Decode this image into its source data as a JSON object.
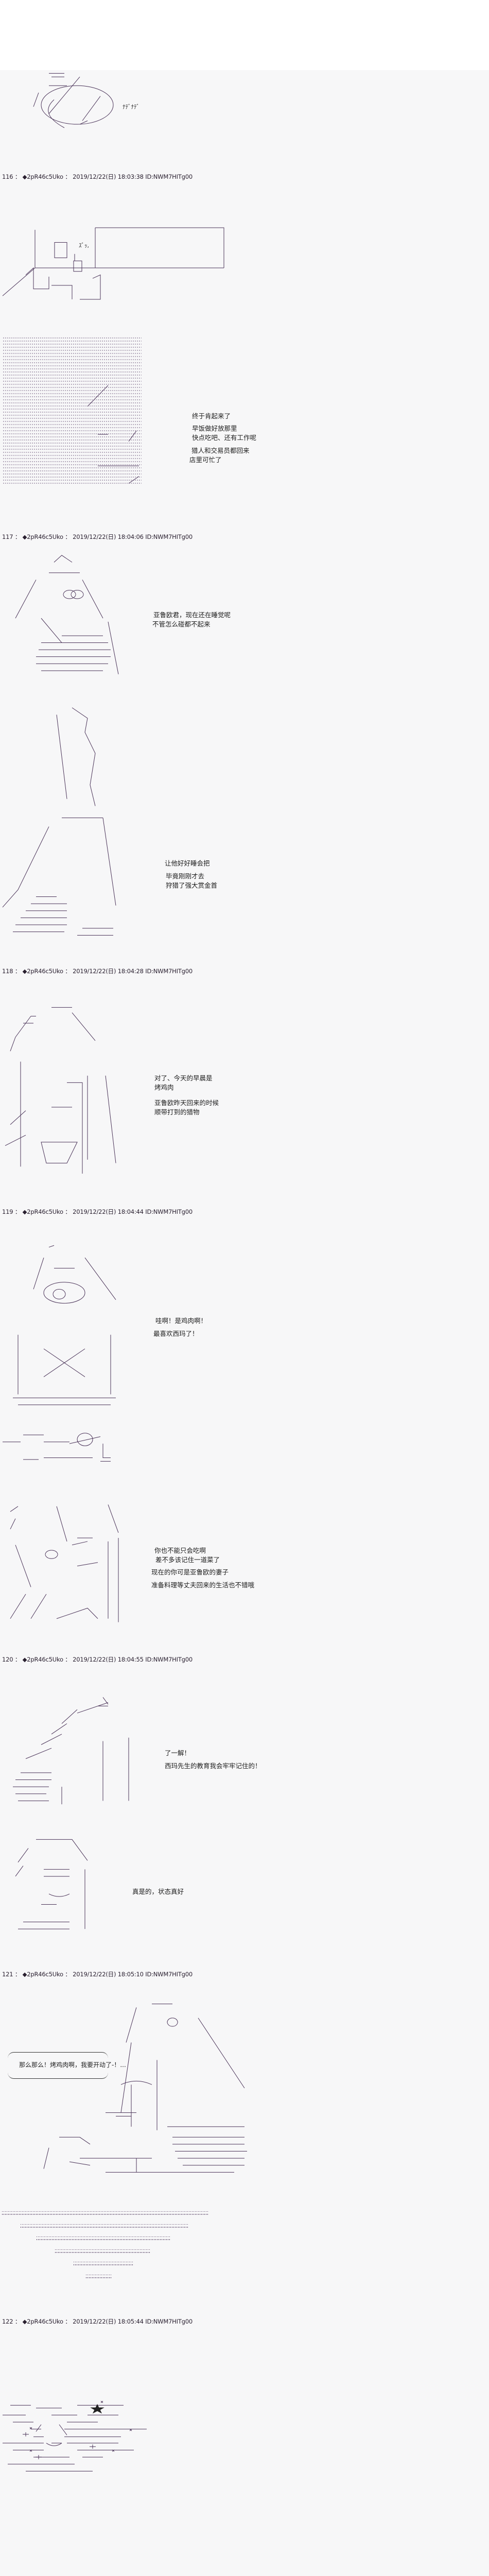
{
  "posts": [
    {
      "num": "116",
      "sep": "：",
      "trip": "◆2pR46c5Uko",
      "date": "2019/12/22(日)",
      "time": "18:03:38",
      "id": "ID:NWM7HITg00"
    },
    {
      "num": "117",
      "sep": "：",
      "trip": "◆2pR46c5Uko",
      "date": "2019/12/22(日)",
      "time": "18:04:06",
      "id": "ID:NWM7HITg00"
    },
    {
      "num": "118",
      "sep": "：",
      "trip": "◆2pR46c5Uko",
      "date": "2019/12/22(日)",
      "time": "18:04:28",
      "id": "ID:NWM7HITg00"
    },
    {
      "num": "119",
      "sep": "：",
      "trip": "◆2pR46c5Uko",
      "date": "2019/12/22(日)",
      "time": "18:04:44",
      "id": "ID:NWM7HITg00"
    },
    {
      "num": "120",
      "sep": "：",
      "trip": "◆2pR46c5Uko",
      "date": "2019/12/22(日)",
      "time": "18:04:55",
      "id": "ID:NWM7HITg00"
    },
    {
      "num": "121",
      "sep": "：",
      "trip": "◆2pR46c5Uko",
      "date": "2019/12/22(日)",
      "time": "18:05:10",
      "id": "ID:NWM7HITg00"
    },
    {
      "num": "122",
      "sep": "：",
      "trip": "◆2pR46c5Uko",
      "date": "2019/12/22(日)",
      "time": "18:05:44",
      "id": "ID:NWM7HITg00"
    }
  ],
  "sfx": {
    "pat": "ﾅﾃﾞﾅﾃﾞ",
    "thud": "ｽﾞｯ,"
  },
  "dialogue": {
    "d1": "终于肯起来了",
    "d2": "早饭做好放那里",
    "d3": "快点吃吧、还有工作呢",
    "d4": "猎人和交易员都回来",
    "d5": "店里可忙了",
    "d6": "亚鲁欧君，现在还在睡觉呢",
    "d7": "不管怎么碰都不起来",
    "d8": "让他好好睡会把",
    "d9": "毕竟刚刚才去",
    "d10": "狩猎了强大赏金首",
    "d11": "对了、今天的早晨是",
    "d12": "烤鸡肉",
    "d13": "亚鲁欧昨天回来的时候",
    "d14": "顺带打到的猎物",
    "d15": "哇啊！是鸡肉啊！",
    "d16": "最喜欢西玛了！",
    "d17": "你也不能只会吃啊",
    "d18": "差不多该记住一道菜了",
    "d19": "现在的你可是亚鲁欧的妻子",
    "d20": "准备料理等丈夫回来的生活也不错哦",
    "d21": "了一解！",
    "d22": "西玛先生的教育我会牢牢记住的！",
    "d23": "真是的，状态真好",
    "d24": "那么那么！烤鸡肉啊，我要开动了-！..."
  }
}
